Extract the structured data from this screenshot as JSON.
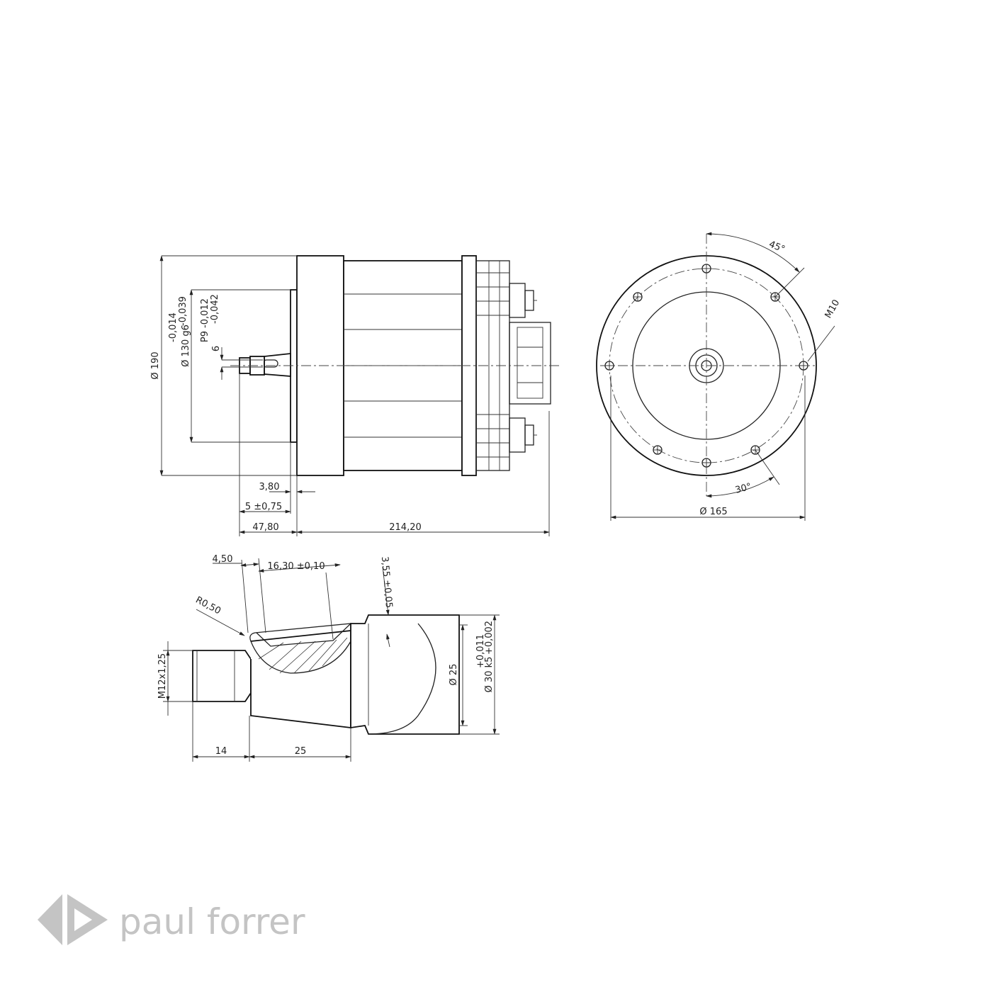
{
  "side_view": {
    "dim_dia_190": "Ø 190",
    "dim_dia_130": "Ø 130 g6",
    "dim_dia_130_tol_upper": "-0,014",
    "dim_dia_130_tol_lower": "-0,039",
    "dim_key_p9": "P9",
    "dim_key_tol_upper": "-0,012",
    "dim_key_tol_lower": "-0,042",
    "dim_key_6": "6",
    "dim_3_80": "3,80",
    "dim_5": "5 ±0,75",
    "dim_47_80": "47,80",
    "dim_214_20": "214,20"
  },
  "front_view": {
    "dim_45deg": "45°",
    "dim_m10": "M10",
    "dim_30deg": "30°",
    "dim_dia_165": "Ø 165"
  },
  "shaft_detail": {
    "dim_4_50": "4,50",
    "dim_16_30": "16,30 ±0,10",
    "dim_3_55": "3,55 ±0,05",
    "dim_r0_50": "R0,50",
    "dim_m12": "M12x1,25",
    "dim_dia_25": "Ø 25",
    "dim_dia_30": "Ø 30 k5",
    "dim_dia_30_tol_upper": "+0,011",
    "dim_dia_30_tol_lower": "+0,002",
    "dim_14": "14",
    "dim_25": "25"
  },
  "logo": {
    "brand": "paul forrer",
    "color": "#c4c4c4"
  }
}
